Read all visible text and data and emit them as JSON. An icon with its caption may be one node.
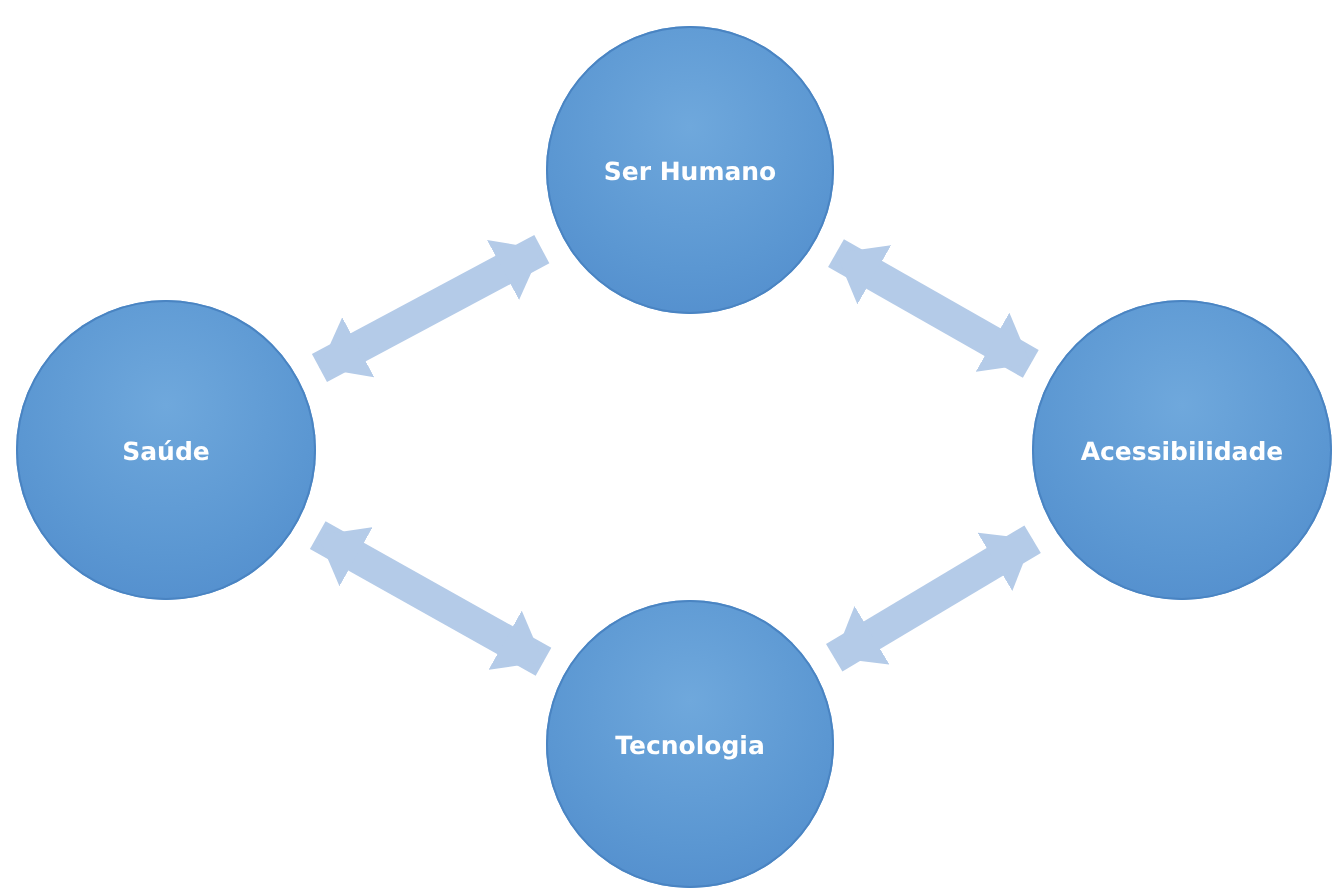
{
  "diagram": {
    "nodes": [
      {
        "text": [
          "Ser Humano"
        ]
      },
      {
        "text": [
          "Saúde"
        ]
      },
      {
        "text": [
          "Acessibilidade"
        ]
      },
      {
        "text": [
          "Tecnologia"
        ]
      }
    ],
    "edges": [
      {
        "from": 1,
        "to": 0,
        "arrow": "both"
      },
      {
        "from": 0,
        "to": 2,
        "arrow": "both"
      },
      {
        "from": 1,
        "to": 3,
        "arrow": "both"
      },
      {
        "from": 3,
        "to": 2,
        "arrow": "both"
      }
    ]
  }
}
